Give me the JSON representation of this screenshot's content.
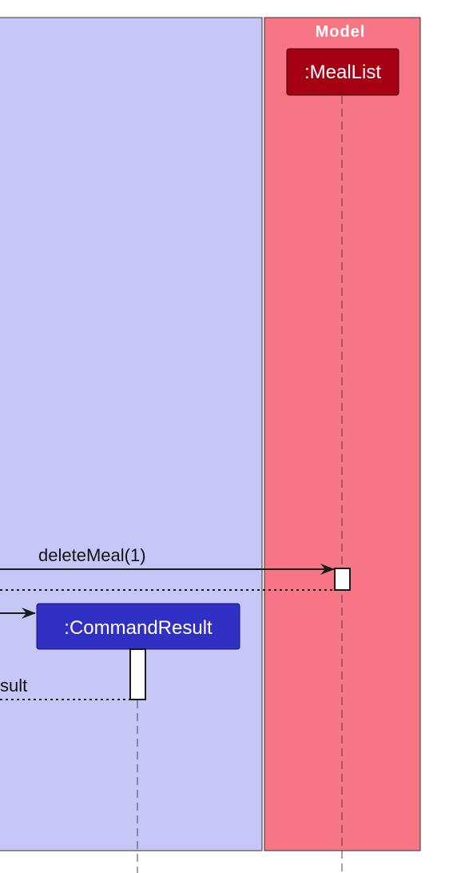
{
  "diagram": {
    "type": "sequence-diagram",
    "boxes": [
      {
        "id": "logic",
        "title": "",
        "color": "#c7c7f7"
      },
      {
        "id": "model",
        "title": "Model",
        "color": "#f87585"
      }
    ],
    "participants": [
      {
        "id": "meallist",
        "label": ":MealList",
        "box": "model",
        "color": "#a30014"
      },
      {
        "id": "commandresult",
        "label": ":CommandResult",
        "box": "logic",
        "color": "#3030c4"
      }
    ],
    "messages": [
      {
        "id": "delete-meal",
        "label": "deleteMeal(1)",
        "from": "offscreen-left",
        "to": "meallist",
        "kind": "call"
      },
      {
        "id": "delete-meal-return",
        "label": "",
        "from": "meallist",
        "to": "offscreen-left",
        "kind": "return"
      },
      {
        "id": "create-command-result",
        "label": "",
        "from": "offscreen-left",
        "to": "commandresult",
        "kind": "create"
      },
      {
        "id": "command-result-return",
        "label": "sult",
        "from": "commandresult",
        "to": "offscreen-left",
        "kind": "return"
      }
    ]
  }
}
